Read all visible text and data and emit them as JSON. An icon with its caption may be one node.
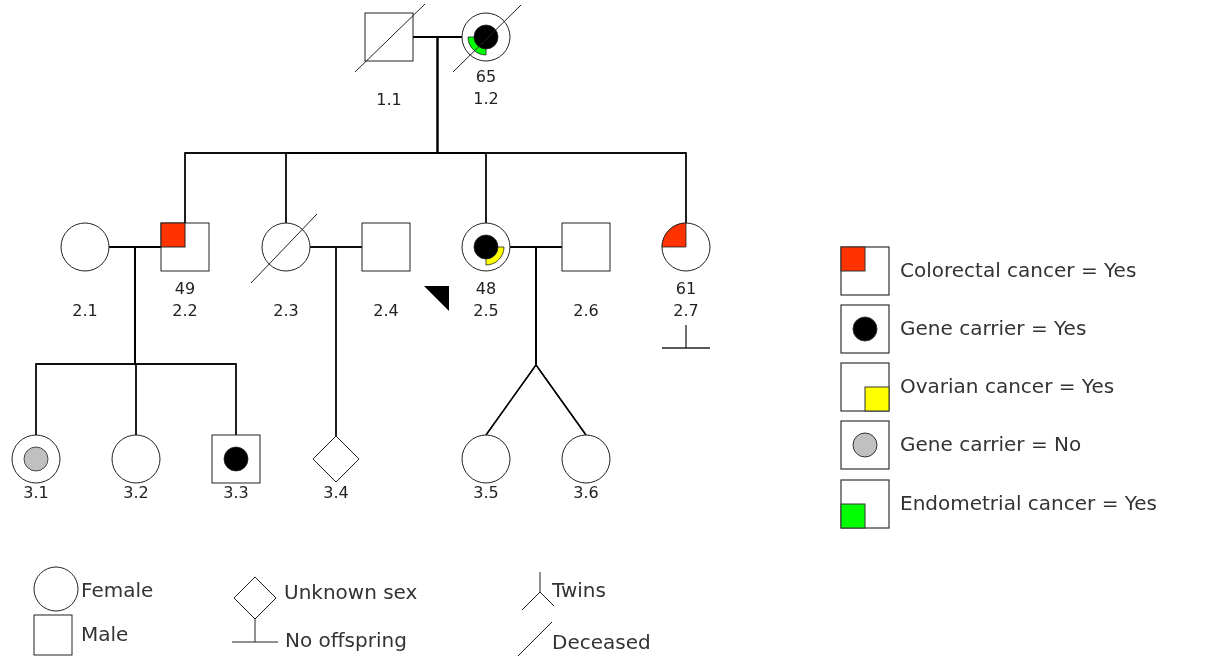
{
  "diagram": {
    "nodes": [
      {
        "text": [],
        "shape": "box",
        "beside": [
          "1.1"
        ]
      },
      {
        "text": [],
        "shape": "circle",
        "beside": [
          "65",
          "1.2"
        ]
      },
      {
        "text": [],
        "shape": "circle",
        "beside": [
          "2.1"
        ]
      },
      {
        "text": [],
        "shape": "box",
        "beside": [
          "49",
          "2.2"
        ]
      },
      {
        "text": [],
        "shape": "circle",
        "beside": [
          "2.3"
        ]
      },
      {
        "text": [],
        "shape": "box",
        "beside": [
          "2.4"
        ]
      },
      {
        "text": [],
        "shape": "circle",
        "beside": [
          "48",
          "2.5"
        ]
      },
      {
        "text": [],
        "shape": "box",
        "beside": [
          "2.6"
        ]
      },
      {
        "text": [],
        "shape": "circle",
        "beside": [
          "61",
          "2.7"
        ]
      },
      {
        "text": [],
        "shape": "circle",
        "beside": [
          "3.1"
        ]
      },
      {
        "text": [],
        "shape": "circle",
        "beside": [
          "3.2"
        ]
      },
      {
        "text": [],
        "shape": "box",
        "beside": [
          "3.3"
        ]
      },
      {
        "text": [],
        "shape": "diamond",
        "beside": [
          "3.4"
        ]
      },
      {
        "text": [],
        "shape": "circle",
        "beside": [
          "3.5"
        ]
      },
      {
        "text": [],
        "shape": "circle",
        "beside": [
          "3.6"
        ]
      }
    ],
    "edges": [
      {
        "from": 0,
        "to": 1,
        "arrow": "none"
      },
      {
        "from": 0,
        "to": 3,
        "arrow": "none"
      },
      {
        "from": 1,
        "to": 3,
        "arrow": "none"
      },
      {
        "from": 0,
        "to": 4,
        "arrow": "none"
      },
      {
        "from": 1,
        "to": 4,
        "arrow": "none"
      },
      {
        "from": 0,
        "to": 6,
        "arrow": "none"
      },
      {
        "from": 1,
        "to": 6,
        "arrow": "none"
      },
      {
        "from": 0,
        "to": 8,
        "arrow": "none"
      },
      {
        "from": 1,
        "to": 8,
        "arrow": "none"
      },
      {
        "from": 2,
        "to": 3,
        "arrow": "none"
      },
      {
        "from": 2,
        "to": 9,
        "arrow": "none"
      },
      {
        "from": 3,
        "to": 9,
        "arrow": "none"
      },
      {
        "from": 2,
        "to": 10,
        "arrow": "none"
      },
      {
        "from": 3,
        "to": 10,
        "arrow": "none"
      },
      {
        "from": 2,
        "to": 11,
        "arrow": "none"
      },
      {
        "from": 3,
        "to": 11,
        "arrow": "none"
      },
      {
        "from": 4,
        "to": 5,
        "arrow": "none"
      },
      {
        "from": 4,
        "to": 12,
        "arrow": "none"
      },
      {
        "from": 5,
        "to": 12,
        "arrow": "none"
      },
      {
        "from": 6,
        "to": 7,
        "arrow": "none"
      },
      {
        "from": 6,
        "to": 13,
        "arrow": "none"
      },
      {
        "from": 7,
        "to": 13,
        "arrow": "none"
      },
      {
        "from": 6,
        "to": 14,
        "arrow": "none"
      },
      {
        "from": 7,
        "to": 14,
        "arrow": "none"
      }
    ],
    "legend": [
      {
        "text": "Colorectal cancer = Yes",
        "color": "#ff3300"
      },
      {
        "text": "Gene carrier = Yes",
        "color": "#000000"
      },
      {
        "text": "Ovarian cancer = Yes",
        "color": "#ffff00"
      },
      {
        "text": "Gene carrier = No",
        "color": "#c0c0c0"
      },
      {
        "text": "Endometrial cancer = Yes",
        "color": "#00ff00"
      },
      {
        "text": "Female"
      },
      {
        "text": "Unknown sex"
      },
      {
        "text": "Twins"
      },
      {
        "text": "Male"
      },
      {
        "text": "No offspring"
      },
      {
        "text": "Deceased"
      }
    ]
  }
}
